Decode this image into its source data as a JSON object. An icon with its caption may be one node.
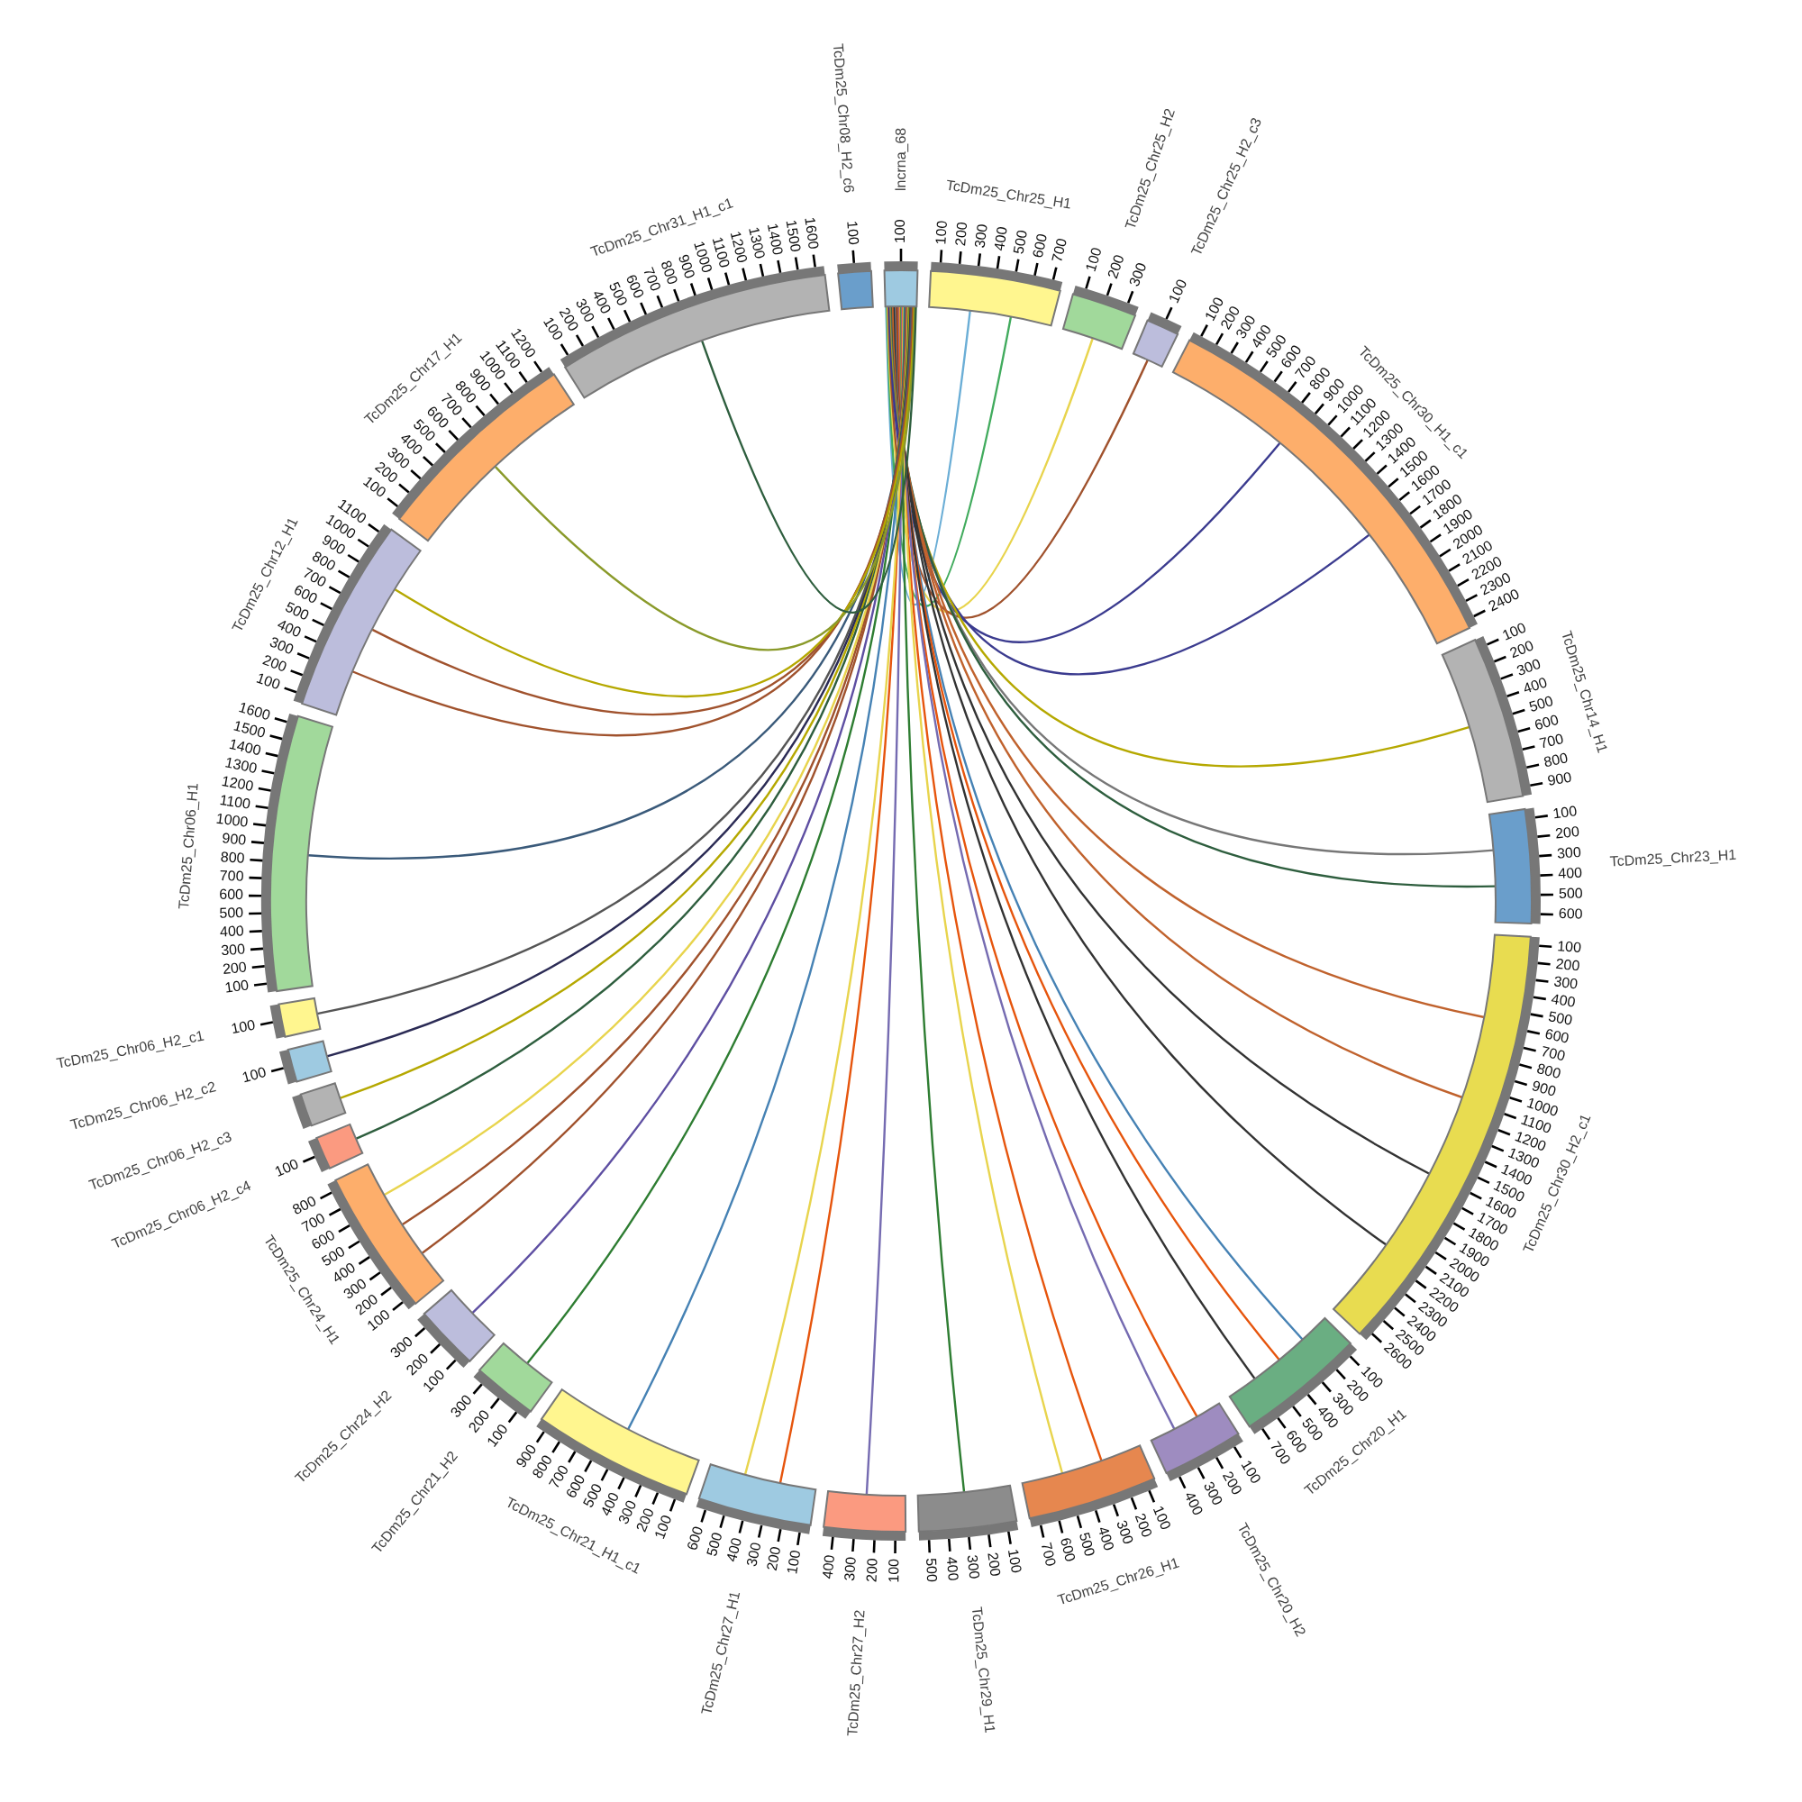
{
  "diagram": {
    "nodes": [
      {
        "text": [
          "TcDm25_Chr08_H2_c6"
        ],
        "beside": [
          "100"
        ]
      },
      {
        "text": [
          "lncrna_68"
        ],
        "beside": [
          "100"
        ]
      },
      {
        "text": [
          "TcDm25_Chr25_H1"
        ],
        "beside": [
          "100",
          "200",
          "300",
          "400",
          "500",
          "600",
          "700"
        ]
      },
      {
        "text": [
          "TcDm25_Chr25_H2"
        ],
        "beside": [
          "100",
          "200",
          "300"
        ]
      },
      {
        "text": [
          "TcDm25_Chr25_H2_c3"
        ],
        "beside": [
          "100"
        ]
      },
      {
        "text": [
          "TcDm25_Chr30_H1_c1"
        ],
        "beside": [
          "100",
          "200",
          "300",
          "400",
          "500",
          "600",
          "700",
          "800",
          "900",
          "1000",
          "1100",
          "1200",
          "1300",
          "1400",
          "1500",
          "1600",
          "1700",
          "1800",
          "1900",
          "2000",
          "2100",
          "2200",
          "2300",
          "2400"
        ]
      },
      {
        "text": [
          "TcDm25_Chr14_H1"
        ],
        "beside": [
          "100",
          "200",
          "300",
          "400",
          "500",
          "600",
          "700",
          "800",
          "900"
        ]
      },
      {
        "text": [
          "TcDm25_Chr23_H1"
        ],
        "beside": [
          "100",
          "200",
          "300",
          "400",
          "500",
          "600"
        ]
      },
      {
        "text": [
          "TcDm25_Chr30_H2_c1"
        ],
        "beside": [
          "100",
          "200",
          "300",
          "400",
          "500",
          "600",
          "700",
          "800",
          "900",
          "1000",
          "1100",
          "1200",
          "1300",
          "1400",
          "1500",
          "1600",
          "1700",
          "1800",
          "1900",
          "2000",
          "2100",
          "2200",
          "2300",
          "2400",
          "2500",
          "2600"
        ]
      },
      {
        "text": [
          "TcDm25_Chr20_H1"
        ],
        "beside": [
          "100",
          "200",
          "300",
          "400",
          "500",
          "600",
          "700"
        ]
      },
      {
        "text": [
          "TcDm25_Chr20_H2"
        ],
        "beside": [
          "100",
          "200",
          "300",
          "400"
        ]
      },
      {
        "text": [
          "TcDm25_Chr26_H1"
        ],
        "beside": [
          "100",
          "200",
          "300",
          "400",
          "500",
          "600",
          "700"
        ]
      },
      {
        "text": [
          "TcDm25_Chr29_H1"
        ],
        "beside": [
          "100",
          "200",
          "300",
          "400",
          "500"
        ]
      },
      {
        "text": [
          "TcDm25_Chr27_H2"
        ],
        "beside": [
          "100",
          "200",
          "300",
          "400"
        ]
      },
      {
        "text": [
          "TcDm25_Chr27_H1"
        ],
        "beside": [
          "100",
          "200",
          "300",
          "400",
          "500",
          "600"
        ]
      },
      {
        "text": [
          "TcDm25_Chr21_H1_c1"
        ],
        "beside": [
          "100",
          "200",
          "300",
          "400",
          "500",
          "600",
          "700",
          "800",
          "900"
        ]
      },
      {
        "text": [
          "TcDm25_Chr21_H2"
        ],
        "beside": [
          "100",
          "200",
          "300"
        ]
      },
      {
        "text": [
          "TcDm25_Chr24_H2"
        ],
        "beside": [
          "100",
          "200",
          "300"
        ]
      },
      {
        "text": [
          "TcDm25_Chr24_H1"
        ],
        "beside": [
          "100",
          "200",
          "300",
          "400",
          "500",
          "600",
          "700",
          "800"
        ]
      },
      {
        "text": [
          "TcDm25_Chr06_H2_c4"
        ],
        "beside": [
          "100"
        ]
      },
      {
        "text": [
          "TcDm25_Chr06_H2_c3"
        ]
      },
      {
        "text": [
          "TcDm25_Chr06_H2_c2"
        ],
        "beside": [
          "100"
        ]
      },
      {
        "text": [
          "TcDm25_Chr06_H2_c1"
        ],
        "beside": [
          "100"
        ]
      },
      {
        "text": [
          "TcDm25_Chr06_H1"
        ],
        "beside": [
          "100",
          "200",
          "300",
          "400",
          "500",
          "600",
          "700",
          "800",
          "900",
          "1000",
          "1100",
          "1200",
          "1300",
          "1400",
          "1500",
          "1600"
        ]
      },
      {
        "text": [
          "TcDm25_Chr12_H1"
        ],
        "beside": [
          "100",
          "200",
          "300",
          "400",
          "500",
          "600",
          "700",
          "800",
          "900",
          "1000",
          "1100"
        ]
      },
      {
        "text": [
          "TcDm25_Chr17_H1"
        ],
        "beside": [
          "100",
          "200",
          "300",
          "400",
          "500",
          "600",
          "700",
          "800",
          "900",
          "1000",
          "1100",
          "1200"
        ]
      },
      {
        "text": [
          "TcDm25_Chr31_H1_c1"
        ],
        "beside": [
          "100",
          "200",
          "300",
          "400",
          "500",
          "600",
          "700",
          "800",
          "900",
          "1000",
          "1100",
          "1200",
          "1300",
          "1400",
          "1500",
          "1600"
        ]
      }
    ],
    "edges": [
      {
        "from": 1,
        "to": 2,
        "arrow": "none",
        "color": "#6baed6"
      },
      {
        "from": 1,
        "to": 2,
        "arrow": "none",
        "color": "#41ab5d"
      },
      {
        "from": 1,
        "to": 3,
        "arrow": "none",
        "color": "#e8d44d"
      },
      {
        "from": 1,
        "to": 4,
        "arrow": "none",
        "color": "#a0522d"
      },
      {
        "from": 1,
        "to": 5,
        "arrow": "none",
        "color": "#3b3b8f"
      },
      {
        "from": 1,
        "to": 5,
        "arrow": "none",
        "color": "#3b3b8f"
      },
      {
        "from": 1,
        "to": 6,
        "arrow": "none",
        "color": "#b5a800"
      },
      {
        "from": 1,
        "to": 7,
        "arrow": "none",
        "color": "#777777"
      },
      {
        "from": 1,
        "to": 7,
        "arrow": "none",
        "color": "#2e5e3e"
      },
      {
        "from": 1,
        "to": 8,
        "arrow": "none",
        "color": "#c0622d"
      },
      {
        "from": 1,
        "to": 8,
        "arrow": "none",
        "color": "#c0622d"
      },
      {
        "from": 1,
        "to": 8,
        "arrow": "none",
        "color": "#333333"
      },
      {
        "from": 1,
        "to": 8,
        "arrow": "none",
        "color": "#333333"
      },
      {
        "from": 1,
        "to": 9,
        "arrow": "none",
        "color": "#4682b4"
      },
      {
        "from": 1,
        "to": 9,
        "arrow": "none",
        "color": "#e6550d"
      },
      {
        "from": 1,
        "to": 9,
        "arrow": "none",
        "color": "#333333"
      },
      {
        "from": 1,
        "to": 10,
        "arrow": "none",
        "color": "#e6550d"
      },
      {
        "from": 1,
        "to": 10,
        "arrow": "none",
        "color": "#756bb1"
      },
      {
        "from": 1,
        "to": 11,
        "arrow": "none",
        "color": "#e6550d"
      },
      {
        "from": 1,
        "to": 11,
        "arrow": "none",
        "color": "#e8d44d"
      },
      {
        "from": 1,
        "to": 12,
        "arrow": "none",
        "color": "#2e7d32"
      },
      {
        "from": 1,
        "to": 13,
        "arrow": "none",
        "color": "#756bb1"
      },
      {
        "from": 1,
        "to": 14,
        "arrow": "none",
        "color": "#e6550d"
      },
      {
        "from": 1,
        "to": 14,
        "arrow": "none",
        "color": "#e8d44d"
      },
      {
        "from": 1,
        "to": 15,
        "arrow": "none",
        "color": "#4682b4"
      },
      {
        "from": 1,
        "to": 16,
        "arrow": "none",
        "color": "#2e7d32"
      },
      {
        "from": 1,
        "to": 17,
        "arrow": "none",
        "color": "#5e4fa2"
      },
      {
        "from": 1,
        "to": 18,
        "arrow": "none",
        "color": "#a0522d"
      },
      {
        "from": 1,
        "to": 18,
        "arrow": "none",
        "color": "#a0522d"
      },
      {
        "from": 1,
        "to": 18,
        "arrow": "none",
        "color": "#e8d44d"
      },
      {
        "from": 1,
        "to": 19,
        "arrow": "none",
        "color": "#2e5e3e"
      },
      {
        "from": 1,
        "to": 20,
        "arrow": "none",
        "color": "#b5a800"
      },
      {
        "from": 1,
        "to": 21,
        "arrow": "none",
        "color": "#2b2b55"
      },
      {
        "from": 1,
        "to": 22,
        "arrow": "none",
        "color": "#555555"
      },
      {
        "from": 1,
        "to": 23,
        "arrow": "none",
        "color": "#3a5a7a"
      },
      {
        "from": 1,
        "to": 24,
        "arrow": "none",
        "color": "#a0522d"
      },
      {
        "from": 1,
        "to": 24,
        "arrow": "none",
        "color": "#a0522d"
      },
      {
        "from": 1,
        "to": 24,
        "arrow": "none",
        "color": "#b5a800"
      },
      {
        "from": 1,
        "to": 25,
        "arrow": "none",
        "color": "#8a9a2a"
      },
      {
        "from": 1,
        "to": 26,
        "arrow": "none",
        "color": "#2e5e3e"
      }
    ]
  }
}
